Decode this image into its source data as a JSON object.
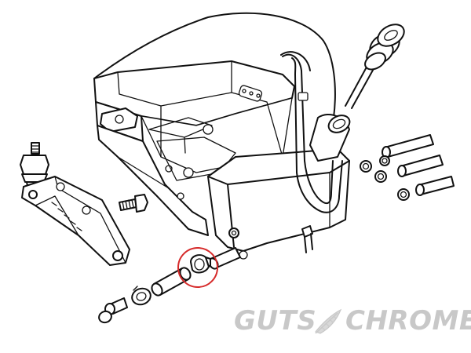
{
  "watermark": {
    "text_left": "GUTS",
    "text_right": "CHROME",
    "color": "#c8c8c8",
    "icon": "feather-icon"
  },
  "highlight": {
    "color": "#d62a2a",
    "target": "hose-clamp"
  },
  "line_color": "#111111",
  "background": "#ffffff"
}
